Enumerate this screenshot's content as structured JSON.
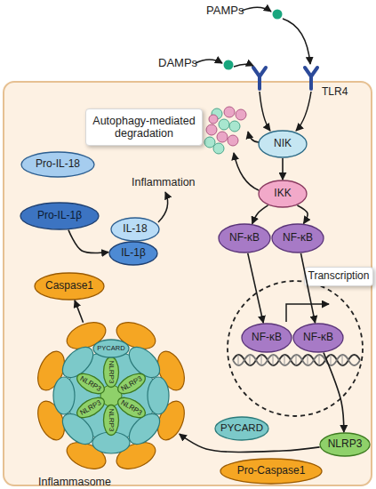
{
  "diagram": {
    "nodes": [
      {
        "text": [
          "NIK"
        ]
      },
      {
        "text": [
          "Autophagy-mediated degradation"
        ]
      },
      {
        "text": [
          "IKK"
        ]
      },
      {
        "text": [
          "Pro-IL-18"
        ]
      },
      {
        "text": [
          "Pro-IL-1β"
        ]
      },
      {
        "text": [
          "IL-18"
        ]
      },
      {
        "text": [
          "IL-1β"
        ]
      },
      {
        "text": [
          "NF-κB"
        ]
      },
      {
        "text": [
          "NF-κB"
        ]
      },
      {
        "text": [
          "Caspase1"
        ]
      },
      {
        "text": [
          "Transcription"
        ]
      },
      {
        "text": [
          "NF-κB"
        ]
      },
      {
        "text": [
          "NF-κB"
        ]
      },
      {
        "text": [
          "PYCARD"
        ]
      },
      {
        "text": [
          "NLRP3"
        ]
      },
      {
        "text": [
          "Pro-Caspase1"
        ]
      },
      {
        "text": [
          "Inflammasome"
        ]
      },
      {
        "text": [
          "NLRP3"
        ],
        "in": 16
      },
      {
        "text": [
          "NLRP3"
        ],
        "in": 16
      },
      {
        "text": [
          "NLRP3"
        ],
        "in": 16
      },
      {
        "text": [
          "NLRP3"
        ],
        "in": 16
      },
      {
        "text": [
          "NLRP3"
        ],
        "in": 16
      },
      {
        "text": [
          "NLRP3"
        ],
        "in": 16
      },
      {
        "text": [
          "PYCARD"
        ],
        "in": 16
      }
    ],
    "edges": [
      {
        "from": 0,
        "to": 2,
        "arrow": "to"
      },
      {
        "from": 2,
        "to": 7,
        "arrow": "to"
      },
      {
        "from": 2,
        "to": 8,
        "arrow": "to"
      },
      {
        "from": 7,
        "to": 11,
        "arrow": "to"
      },
      {
        "from": 8,
        "to": 12,
        "arrow": "to"
      },
      {
        "from": 12,
        "to": 14,
        "arrow": "to"
      },
      {
        "from": 14,
        "to": 16,
        "arrow": "to"
      },
      {
        "from": 16,
        "to": 9,
        "arrow": "to"
      },
      {
        "from": 4,
        "to": 6,
        "arrow": "to"
      }
    ],
    "labels": [
      "PAMPs",
      "DAMPs",
      "TLR4",
      "Inflammation"
    ]
  }
}
